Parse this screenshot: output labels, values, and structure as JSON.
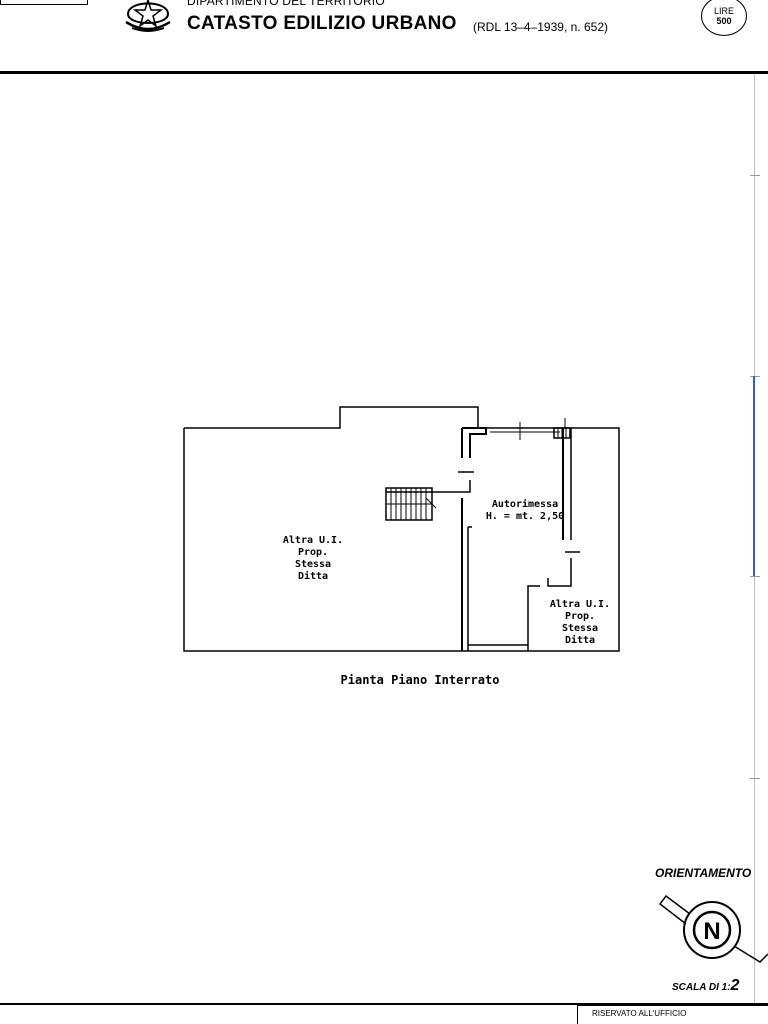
{
  "header": {
    "department": "DIPARTIMENTO DEL TERRITORIO",
    "title": "CATASTO EDILIZIO URBANO",
    "reference": "(RDL 13–4–1939, n. 652)",
    "emblem_icon": "italian-republic-emblem-icon"
  },
  "stamp": {
    "line1": "LIRE",
    "line2": "500"
  },
  "plan": {
    "label_left": [
      "Altra U.I.",
      "Prop.",
      "Stessa",
      "Ditta"
    ],
    "label_garage": [
      "Autorimessa",
      "H. = mt. 2,50"
    ],
    "label_right": [
      "Altra U.I.",
      "Prop.",
      "Stessa",
      "Ditta"
    ],
    "caption": "Pianta Piano Interrato"
  },
  "orientation": {
    "label": "ORIENTAMENTO",
    "compass_letter": "N",
    "compass_icon": "north-compass-icon"
  },
  "scale": {
    "label": "SCALA DI 1:",
    "value": "2"
  },
  "footer": {
    "reserved": "RISERVATO ALL'UFFICIO"
  }
}
